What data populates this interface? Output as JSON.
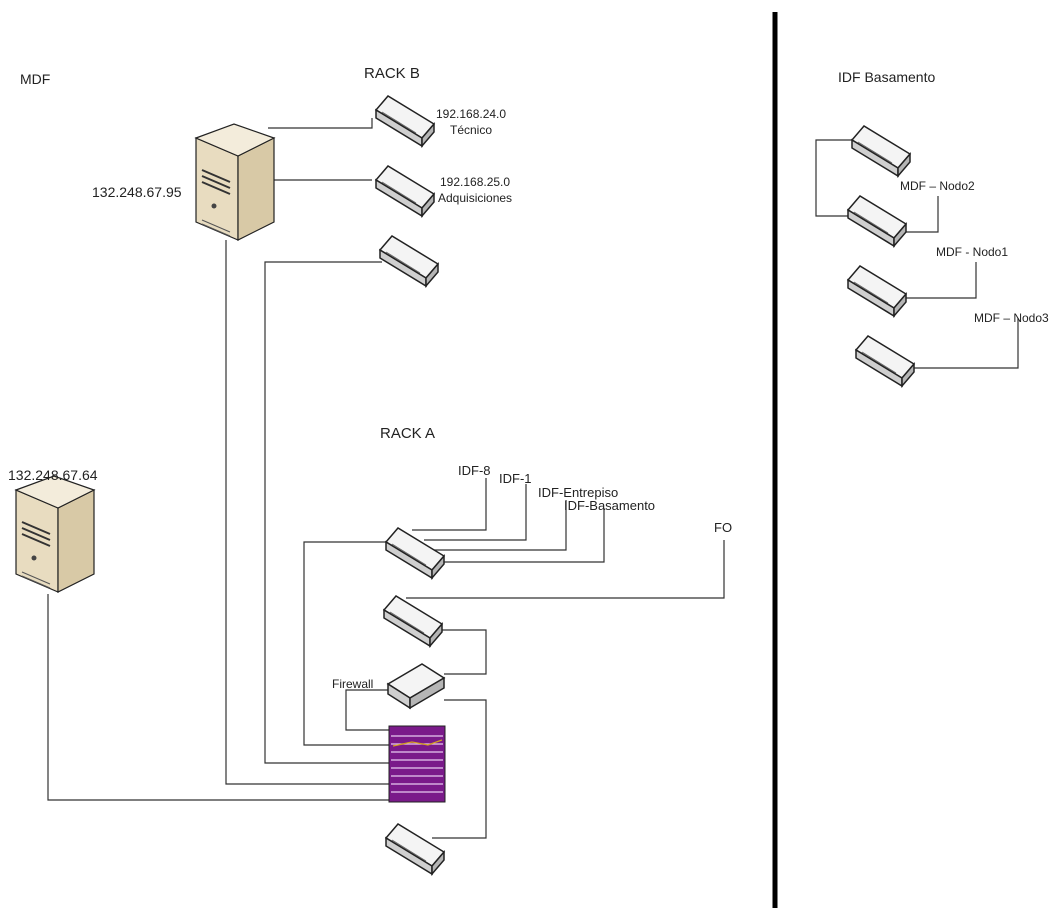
{
  "sections": {
    "mdf": "MDF",
    "rack_b": "RACK B",
    "rack_a": "RACK A",
    "idf_basamento": "IDF Basamento"
  },
  "servers": {
    "server1_ip": "132.248.67.95",
    "server2_ip": "132.248.67.64"
  },
  "rack_b_switches": {
    "sw1_net": "192.168.24.0",
    "sw1_name": "Técnico",
    "sw2_net": "192.168.25.0",
    "sw2_name": "Adquisiciones"
  },
  "rack_a_labels": {
    "idf8": "IDF-8",
    "idf1": "IDF-1",
    "idf_entrepiso": "IDF-Entrepiso",
    "idf_basamento": "IDF-Basamento",
    "fo": "FO",
    "firewall": "Firewall"
  },
  "idf_nodes": {
    "nodo2": "MDF – Nodo2",
    "nodo1": "MDF - Nodo1",
    "nodo3": "MDF – Nodo3"
  },
  "colors": {
    "patch_panel": "#7a1a8a",
    "device_body": "#e4e4e4",
    "server_body": "#e8dcc0"
  },
  "icons": [
    "switch-icon",
    "server-icon",
    "firewall-icon",
    "patch-panel-icon"
  ]
}
